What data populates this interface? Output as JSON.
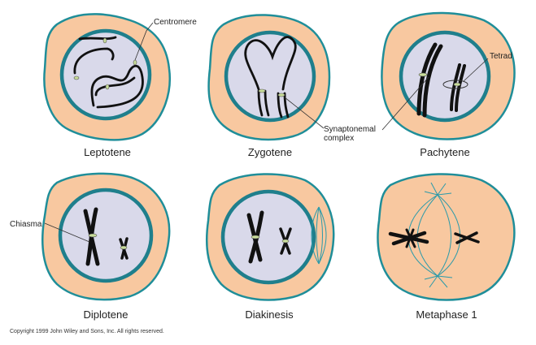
{
  "stages": [
    {
      "label": "Leptotene"
    },
    {
      "label": "Zygotene"
    },
    {
      "label": "Pachytene"
    },
    {
      "label": "Diplotene"
    },
    {
      "label": "Diakinesis"
    },
    {
      "label": "Metaphase 1"
    }
  ],
  "annotations": {
    "centromere": "Centromere",
    "synaptonemal_line1": "Synaptonemal",
    "synaptonemal_line2": "complex",
    "tetrad": "Tetrad",
    "chiasma": "Chiasma"
  },
  "copyright": "Copyright 1999 John Wiley and Sons, Inc. All rights reserved.",
  "colors": {
    "cytoplasm": "#F8C8A0",
    "membrane": "#1F8E99",
    "nucleus": "#D9D9EA"
  }
}
